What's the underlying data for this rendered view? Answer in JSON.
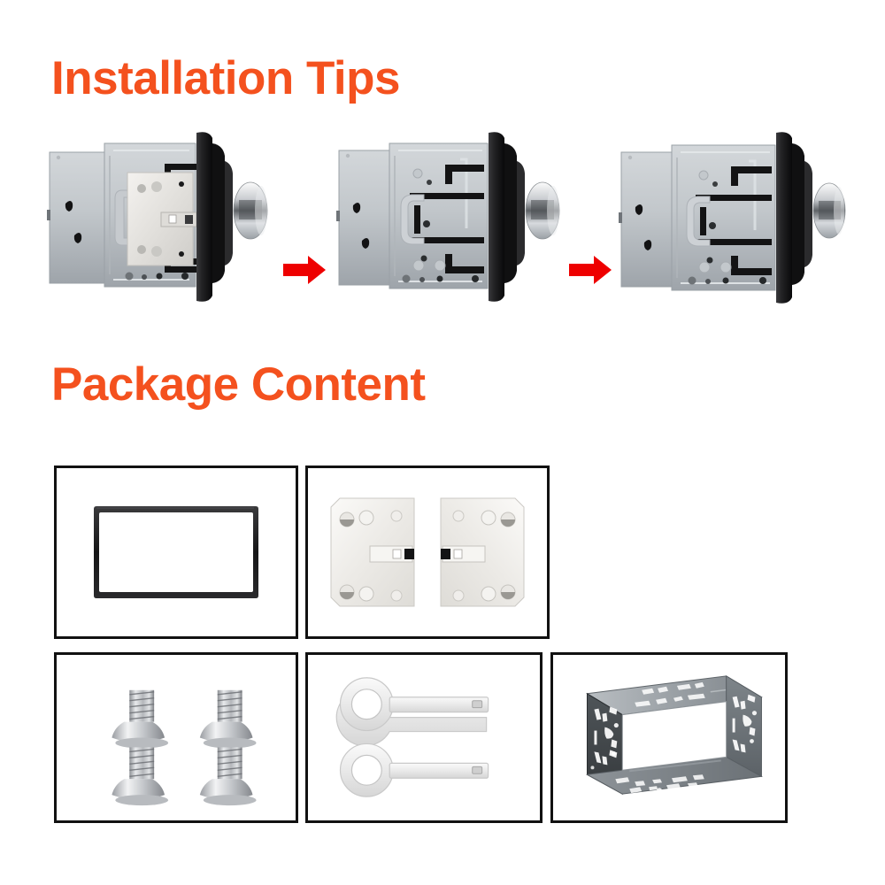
{
  "page": {
    "background_color": "#ffffff",
    "accent_color": "#F4511E",
    "arrow_color": "#EE0000",
    "box_border_color": "#111111"
  },
  "sections": {
    "installation": {
      "heading": "Installation Tips",
      "steps": [
        {
          "index": 1,
          "name": "stereo-with-side-bracket-attached",
          "description": "Car stereo side view with metal mounting bracket plate attached"
        },
        {
          "index": 2,
          "name": "stereo-bracket-removed",
          "description": "Car stereo side view with bracket plate removed showing slots"
        },
        {
          "index": 3,
          "name": "stereo-ready-for-cage",
          "description": "Car stereo side view ready to slide into mounting cage"
        }
      ],
      "arrows": [
        {
          "name": "step-arrow-1",
          "direction": "right"
        },
        {
          "name": "step-arrow-2",
          "direction": "right"
        }
      ]
    },
    "package": {
      "heading": "Package Content",
      "items": [
        {
          "index": 1,
          "name": "fascia-trim-panel",
          "description": "Black double-DIN fascia trim bezel"
        },
        {
          "index": 2,
          "name": "side-bracket-plates",
          "description": "Pair of mirrored metal side mounting bracket plates"
        },
        {
          "index": 3,
          "name": "mounting-screws",
          "description": "Four chrome countersunk mounting screws",
          "count": 4
        },
        {
          "index": 4,
          "name": "release-keys",
          "description": "Two metal radio removal / release keys",
          "count": 2
        },
        {
          "index": 5,
          "name": "metal-mounting-cage",
          "description": "Double-DIN metal mounting cage sleeve"
        }
      ]
    }
  },
  "colors": {
    "stereo_body_light": "#c8ccd0",
    "stereo_body_mid": "#a8adb3",
    "stereo_body_dark": "#8b9096",
    "faceplate_black": "#1e1e20",
    "chrome_light": "#f2f2f2",
    "chrome_mid": "#b9bcc0",
    "bracket_metal": "#e6e4e0",
    "cage_metal": "#7a7f84"
  }
}
